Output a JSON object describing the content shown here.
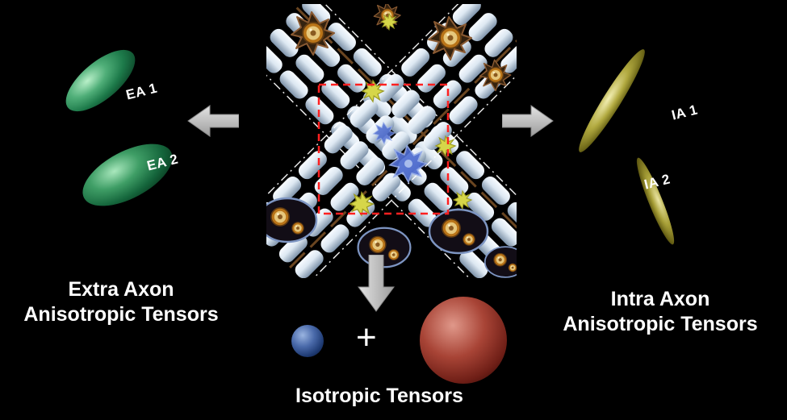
{
  "canvas": {
    "background_color": "#000000"
  },
  "left_panel": {
    "tensor1_label": "EA 1",
    "tensor2_label": "EA 2",
    "caption_line1": "Extra Axon",
    "caption_line2": "Anisotropic Tensors",
    "tensor_color": "#2f8f5a"
  },
  "right_panel": {
    "tensor1_label": "IA 1",
    "tensor2_label": "IA 2",
    "caption_line1": "Intra Axon",
    "caption_line2": "Anisotropic Tensors",
    "tensor_color": "#a39a2e"
  },
  "bottom_panel": {
    "plus_sign": "+",
    "caption": "Isotropic Tensors",
    "small_sphere_color": "#3c5f9e",
    "large_sphere_color": "#93332a"
  },
  "center_panel": {
    "roi_box_color": "#ff1a1a",
    "arrow_color": "#c9c9c9"
  }
}
